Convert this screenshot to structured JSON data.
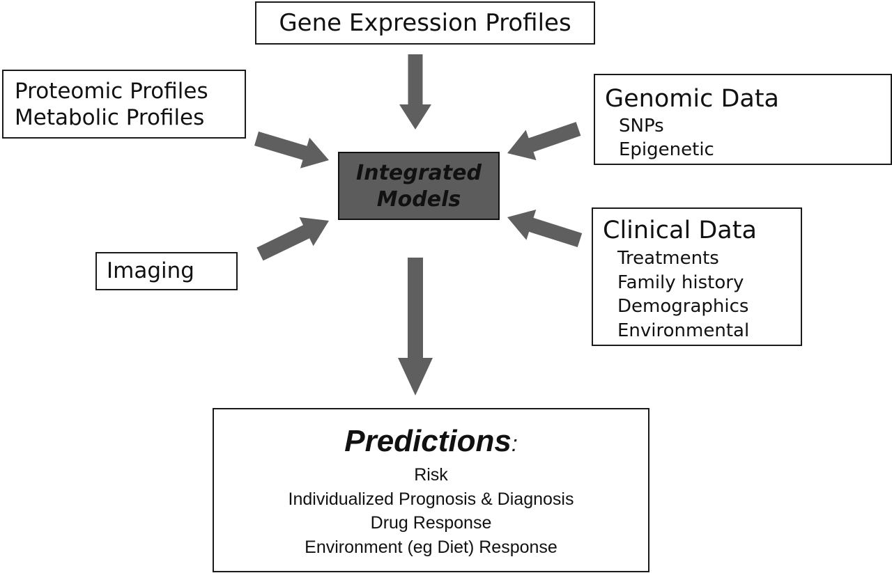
{
  "gene_expression": {
    "label": "Gene Expression Profiles"
  },
  "proteomic_metabolic": {
    "lines": [
      "Proteomic Profiles",
      "Metabolic Profiles"
    ]
  },
  "genomic": {
    "heading": "Genomic Data",
    "items": [
      "SNPs",
      "Epigenetic"
    ]
  },
  "clinical": {
    "heading": "Clinical Data",
    "items": [
      "Treatments",
      "Family history",
      "Demographics",
      "Environmental"
    ]
  },
  "imaging": {
    "label": "Imaging"
  },
  "center": {
    "lines": [
      "Integrated",
      "Models"
    ]
  },
  "predictions": {
    "heading": "Predictions",
    "heading_suffix": ":",
    "items": [
      "Risk",
      "Individualized Prognosis & Diagnosis",
      "Drug Response",
      "Environment (eg Diet) Response"
    ]
  },
  "colors": {
    "arrow": "#5f5f5f",
    "center_fill": "#5c5c5c",
    "border": "#1a1a1a"
  }
}
